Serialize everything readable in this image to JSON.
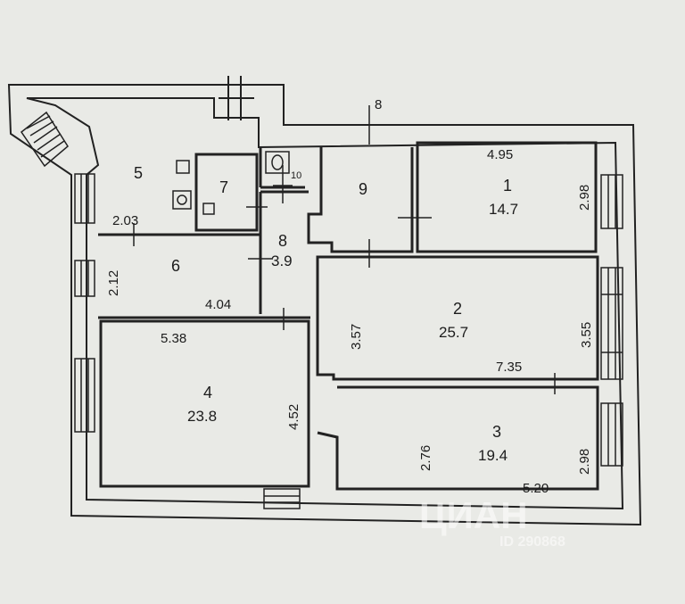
{
  "rooms": [
    {
      "id": "1",
      "number": "1",
      "area": "14.7"
    },
    {
      "id": "2",
      "number": "2",
      "area": "25.7"
    },
    {
      "id": "3",
      "number": "3",
      "area": "19.4"
    },
    {
      "id": "4",
      "number": "4",
      "area": "23.8"
    },
    {
      "id": "5",
      "number": "5",
      "area": ""
    },
    {
      "id": "6",
      "number": "6",
      "area": ""
    },
    {
      "id": "7",
      "number": "7",
      "area": ""
    },
    {
      "id": "8",
      "number": "8",
      "area": "3.9"
    },
    {
      "id": "9",
      "number": "9",
      "area": ""
    },
    {
      "id": "10",
      "number": "10",
      "area": ""
    }
  ],
  "dimensions": {
    "r1_width": "4.95",
    "r1_depth": "2.98",
    "r2_left": "3.57",
    "r2_right": "3.55",
    "r2_bottom": "7.35",
    "r3_left": "2.76",
    "r3_right": "2.98",
    "r3_bottom": "5.20",
    "r4_top": "5.38",
    "r4_right": "4.52",
    "r5_bottom": "2.03",
    "r6_left": "2.12",
    "r6_bottom": "4.04"
  },
  "top_label": "8",
  "watermark": {
    "brand": "ЦИАН",
    "id": "ID 290868"
  }
}
